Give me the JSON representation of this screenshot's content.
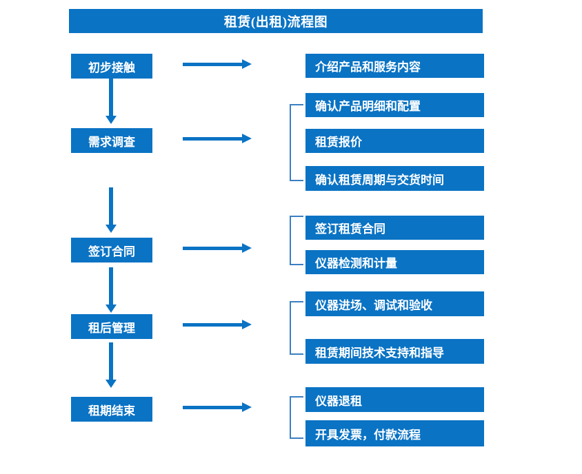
{
  "diagram": {
    "title": "租赁(出租)流程图",
    "accent_color": "#0a73c4",
    "bracket_color": "#3a7fc1",
    "text_color": "#ffffff",
    "background_color": "#ffffff",
    "stages": [
      {
        "id": "stage-1",
        "label": "初步接触",
        "details": [
          "介绍产品和服务内容"
        ],
        "has_bracket": false,
        "arrow_to_next": true
      },
      {
        "id": "stage-2",
        "label": "需求调查",
        "details": [
          "确认产品明细和配置",
          "租赁报价",
          "确认租赁周期与交货时间"
        ],
        "has_bracket": true,
        "arrow_to_next": true
      },
      {
        "id": "stage-3",
        "label": "签订合同",
        "details": [
          "签订租赁合同",
          "仪器检测和计量"
        ],
        "has_bracket": true,
        "arrow_to_next": true
      },
      {
        "id": "stage-4",
        "label": "租后管理",
        "details": [
          "仪器进场、调试和验收",
          "租赁期间技术支持和指导"
        ],
        "has_bracket": true,
        "arrow_to_next": true
      },
      {
        "id": "stage-5",
        "label": "租期结束",
        "details": [
          "仪器退租",
          "开具发票，付款流程"
        ],
        "has_bracket": true,
        "arrow_to_next": false
      }
    ]
  }
}
